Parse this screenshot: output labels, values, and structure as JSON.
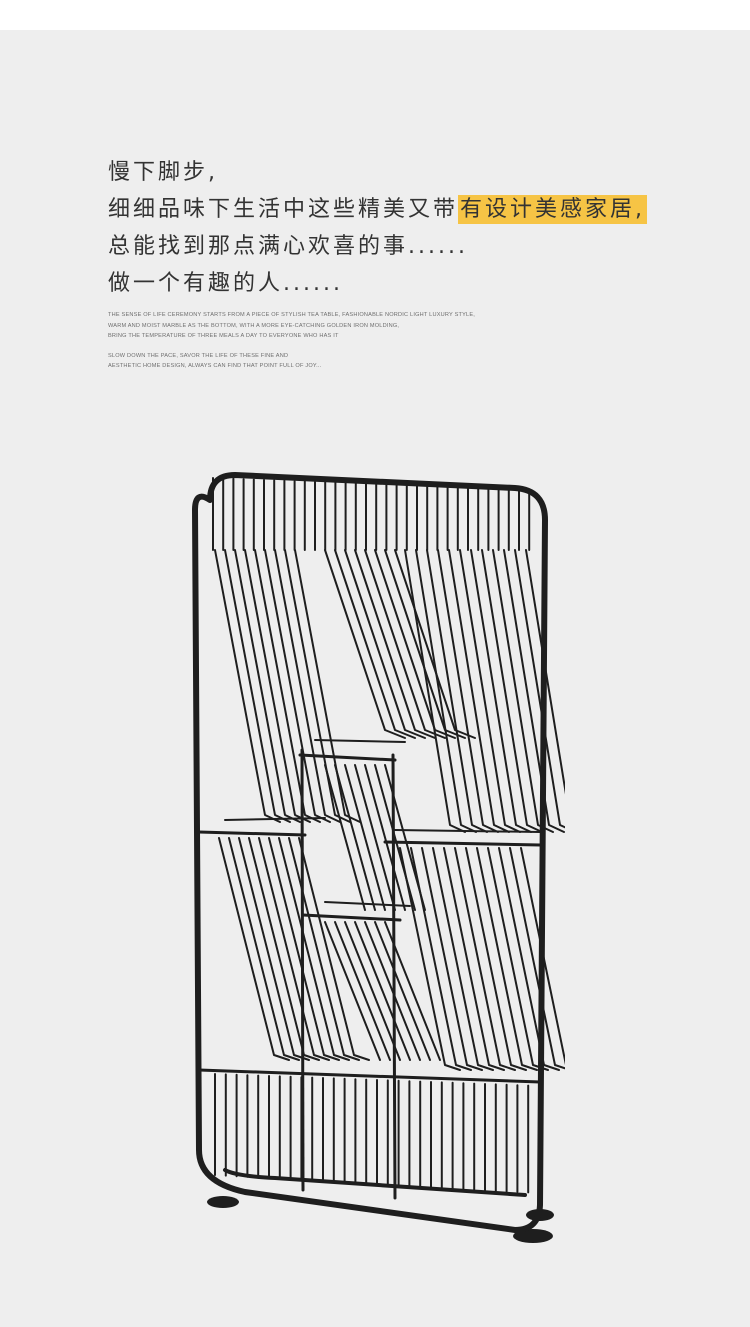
{
  "headline": {
    "line1": "慢下脚步,",
    "line2_plain": "细细品味下生活中这些精美又带",
    "line2_highlight": "有设计美感家居,",
    "line3": "总能找到那点满心欢喜的事......",
    "line4": "做一个有趣的人......"
  },
  "subtext": {
    "p1": [
      "THE SENSE OF LIFE CEREMONY STARTS FROM A PIECE OF STYLISH TEA TABLE, FASHIONABLE NORDIC LIGHT LUXURY STYLE,",
      " WARM AND MOIST MARBLE AS THE BOTTOM, WITH A MORE EYE-CATCHING GOLDEN IRON MOLDING,",
      " BRING THE TEMPERATURE OF THREE MEALS A DAY TO EVERYONE WHO HAS IT"
    ],
    "p2": [
      "SLOW DOWN THE PACE, SAVOR THE LIFE OF THESE FINE AND",
      "AESTHETIC HOME DESIGN, ALWAYS CAN FIND THAT POINT FULL OF JOY..."
    ]
  },
  "colors": {
    "highlight": "#f6c445",
    "background": "#eeeeee",
    "metal": "#1e1e1e"
  }
}
